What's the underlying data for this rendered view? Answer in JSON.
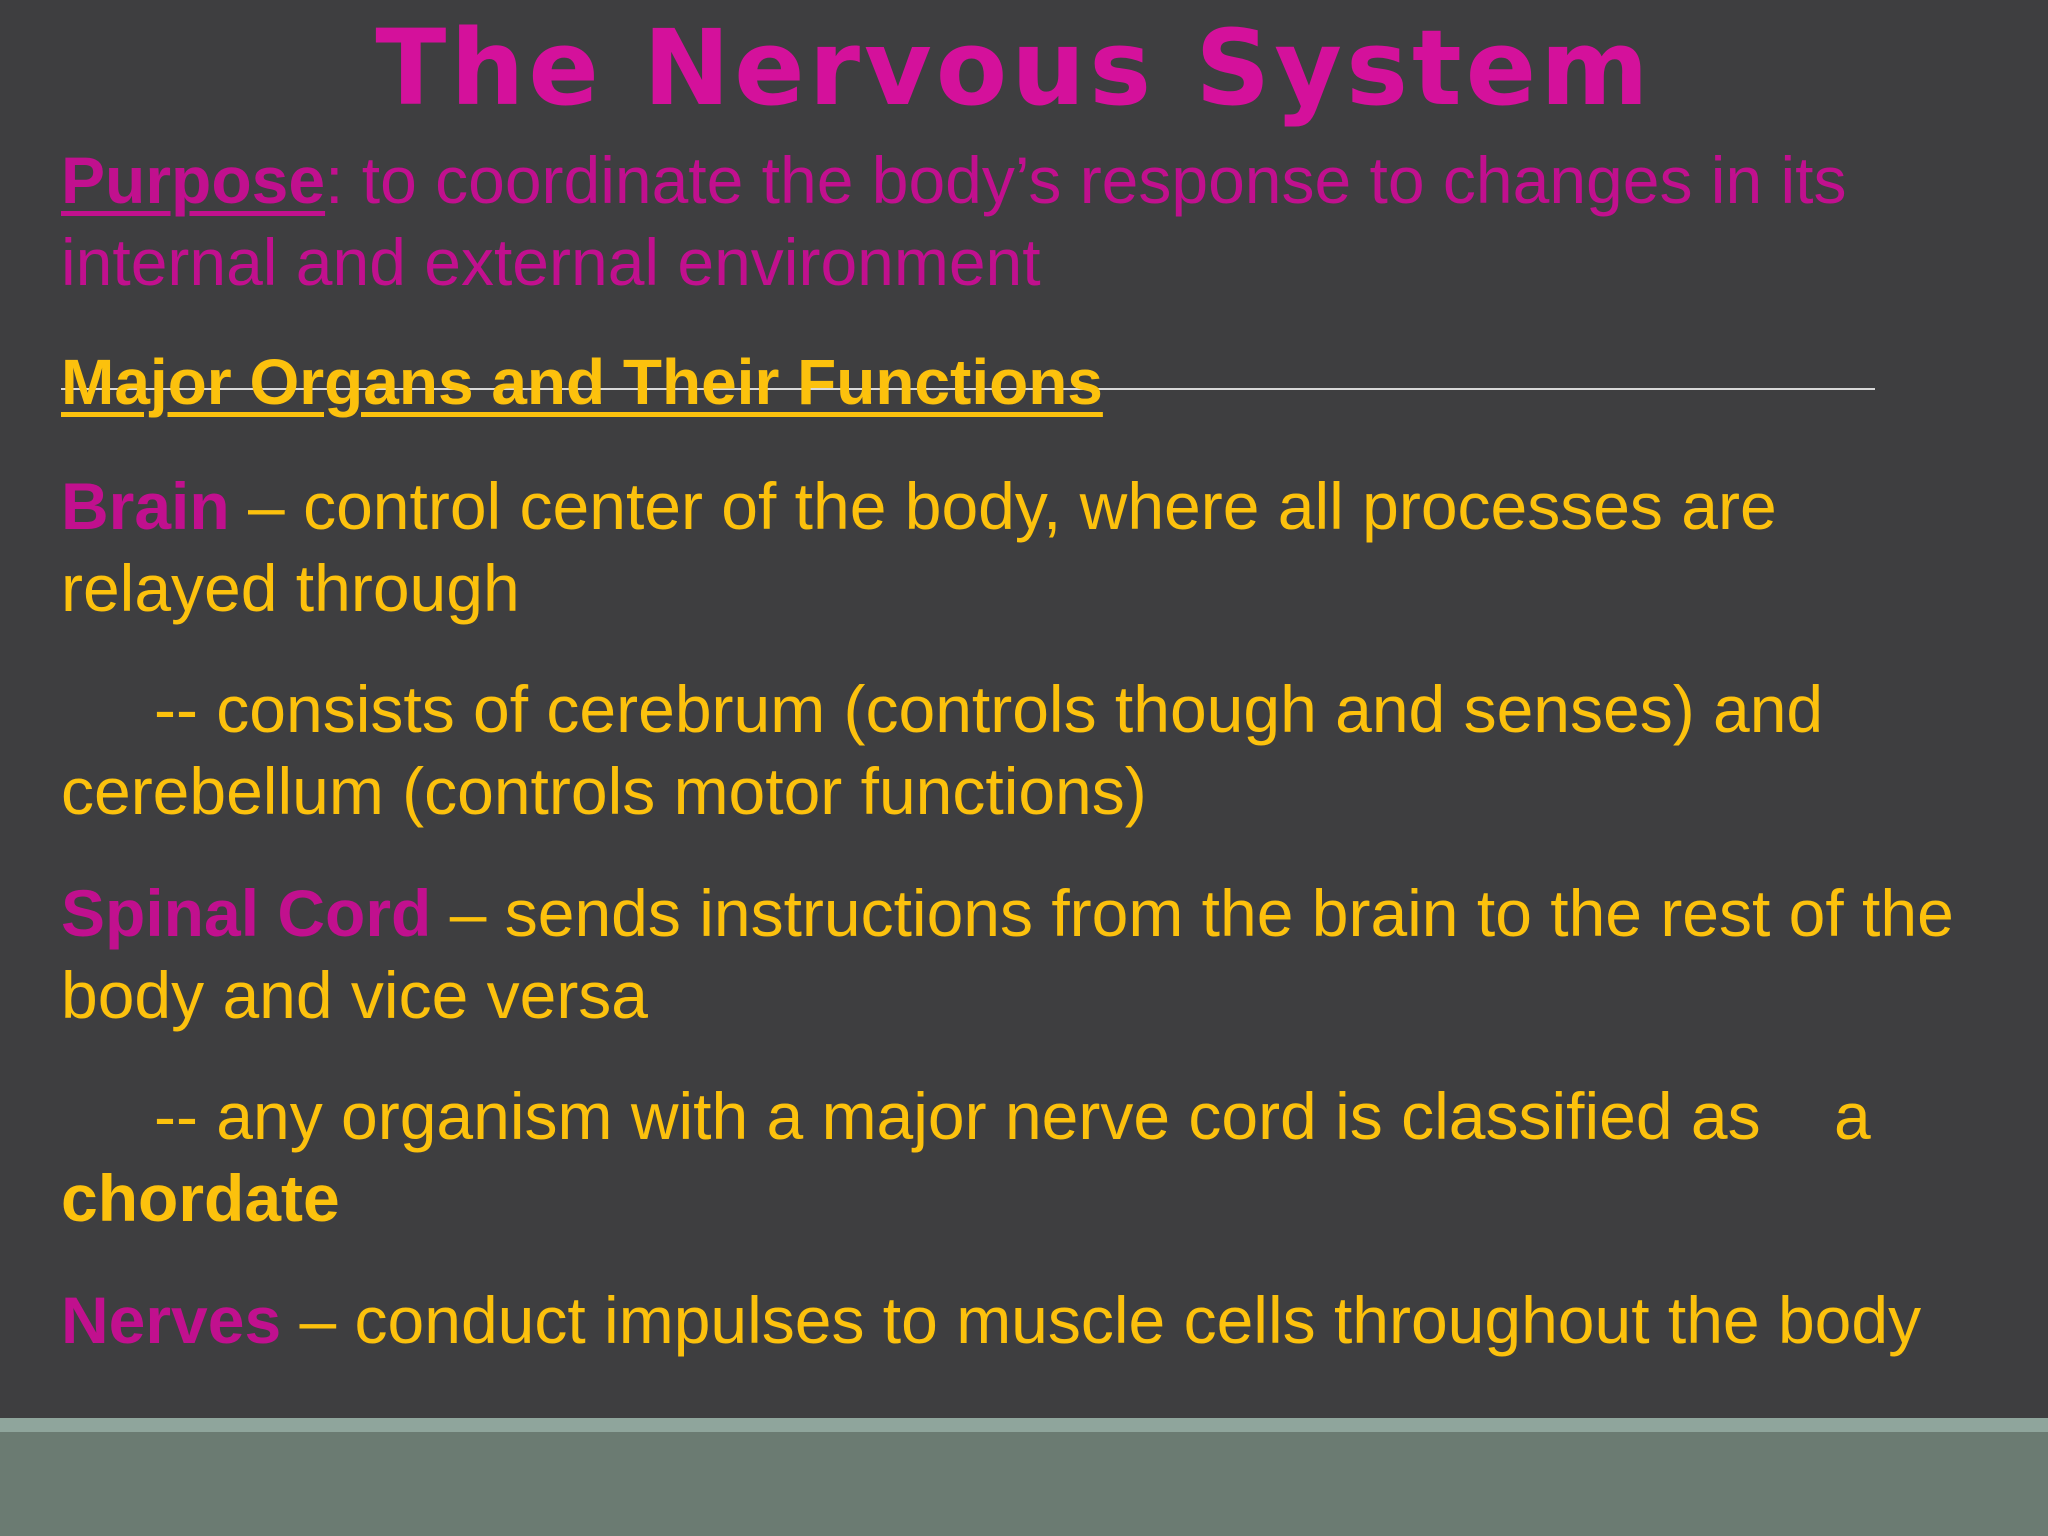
{
  "slide": {
    "title": "The Nervous System",
    "purpose": {
      "label": "Purpose",
      "text": ": to coordinate the body’s response to changes in its internal and external environment"
    },
    "section_heading": "Major Organs and Their Functions",
    "organs": [
      {
        "name": "Brain",
        "description": " – control center of the body, where all processes are relayed through",
        "sub_note": "-- consists of cerebrum (controls though and senses)  and cerebellum (controls motor functions)"
      },
      {
        "name": "Spinal Cord",
        "description": " – sends instructions from the brain to the rest of the body and vice versa",
        "sub_note_prefix": "-- any organism with a major nerve cord is classified as    a ",
        "sub_note_term": "chordate"
      },
      {
        "name": "Nerves",
        "description": " – conduct impulses to muscle cells throughout the body"
      }
    ]
  },
  "colors": {
    "background": "#3e3e40",
    "title": "#d4119b",
    "magenta_text": "#c1108e",
    "yellow_text": "#fcc10d",
    "footer_band": "#6b7b72",
    "footer_line": "#8fa59c",
    "rule": "#d9d9d9"
  }
}
